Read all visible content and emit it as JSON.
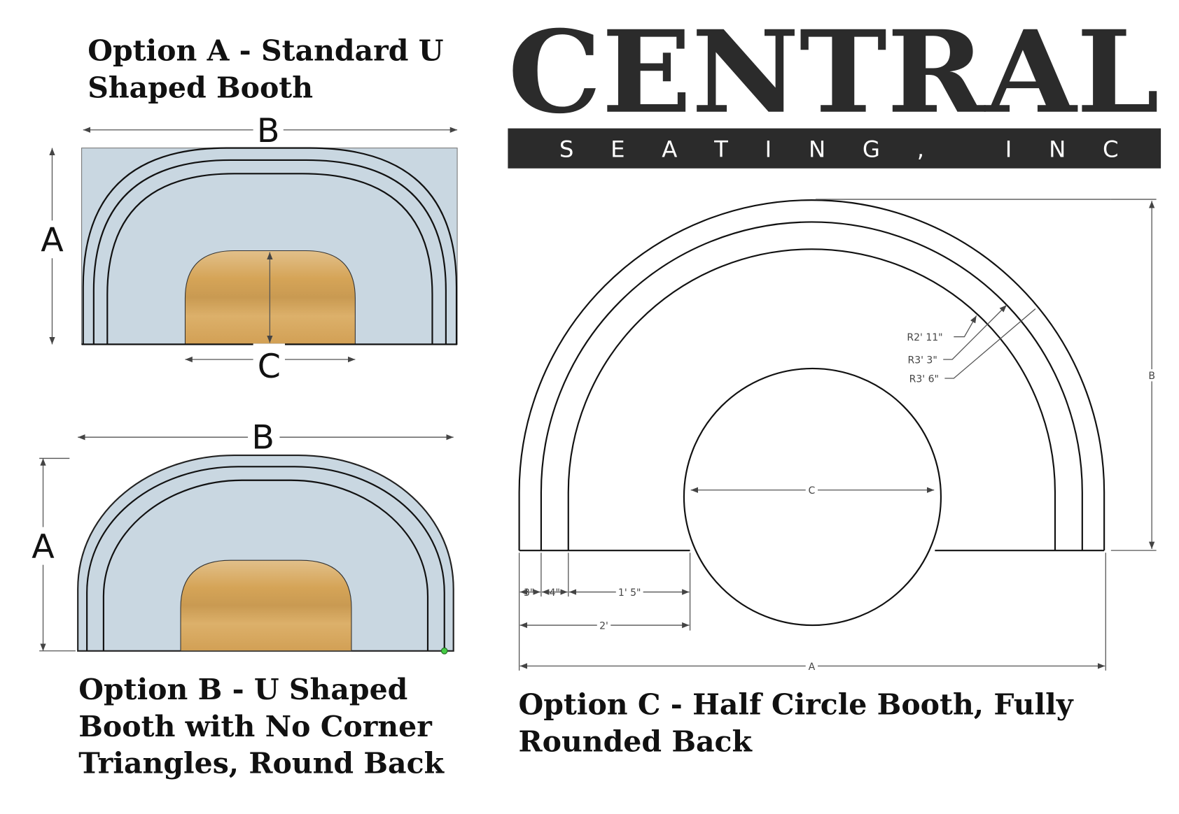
{
  "logo": {
    "name": "CENTRAL",
    "tagline": "S E A T I N G ,   I N C"
  },
  "colors": {
    "booth_fill": "#c9d7e1",
    "wood": "#d9a85c",
    "logo_dark": "#2b2b2b"
  },
  "option_a": {
    "title_line1": "Option A - Standard U",
    "title_line2": "Shaped Booth",
    "label_a": "A",
    "label_b": "B",
    "label_c": "C"
  },
  "option_b": {
    "title_line1": "Option B - U Shaped",
    "title_line2": "Booth with No Corner",
    "title_line3": "Triangles, Round Back",
    "label_a": "A",
    "label_b": "B"
  },
  "option_c": {
    "title_line1": "Option C - Half Circle Booth, Fully",
    "title_line2": "Rounded Back",
    "radius_labels": [
      "R2' 11\"",
      "R3' 3\"",
      "R3' 6\""
    ],
    "dims": {
      "d1": "3\"",
      "d2": "4\"",
      "d3": "1' 5\"",
      "d4": "2'"
    },
    "label_a": "A",
    "label_b": "B",
    "label_c": "C"
  }
}
